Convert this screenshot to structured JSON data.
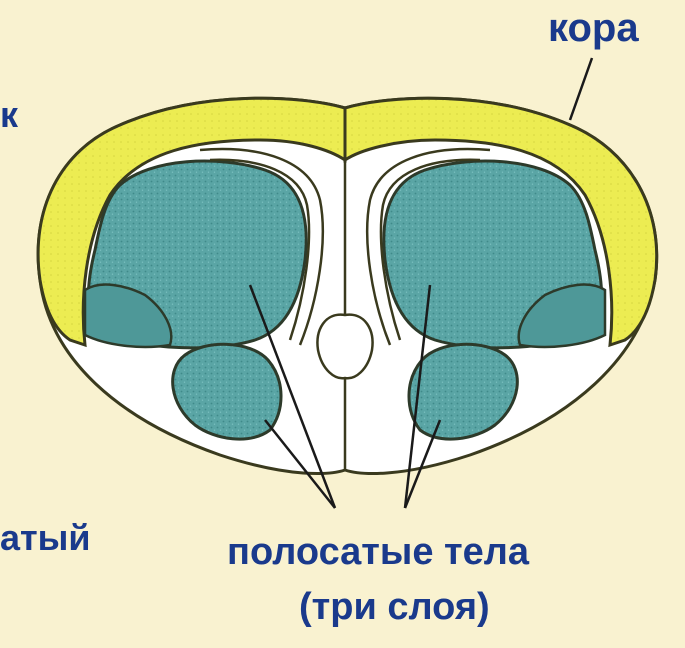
{
  "labels": {
    "cortex": "кора",
    "left_top_fragment": "к",
    "left_bottom_fragment": "атый",
    "striatum": "полосатые тела",
    "three_layers": "(три слоя)"
  },
  "colors": {
    "background": "#f9f2d0",
    "cortex_yellow": "#ecec52",
    "striatum_teal": "#5aa5a5",
    "outline": "#3a3a1e",
    "white_matter": "#ffffff",
    "label_blue": "#1a3a8c"
  }
}
